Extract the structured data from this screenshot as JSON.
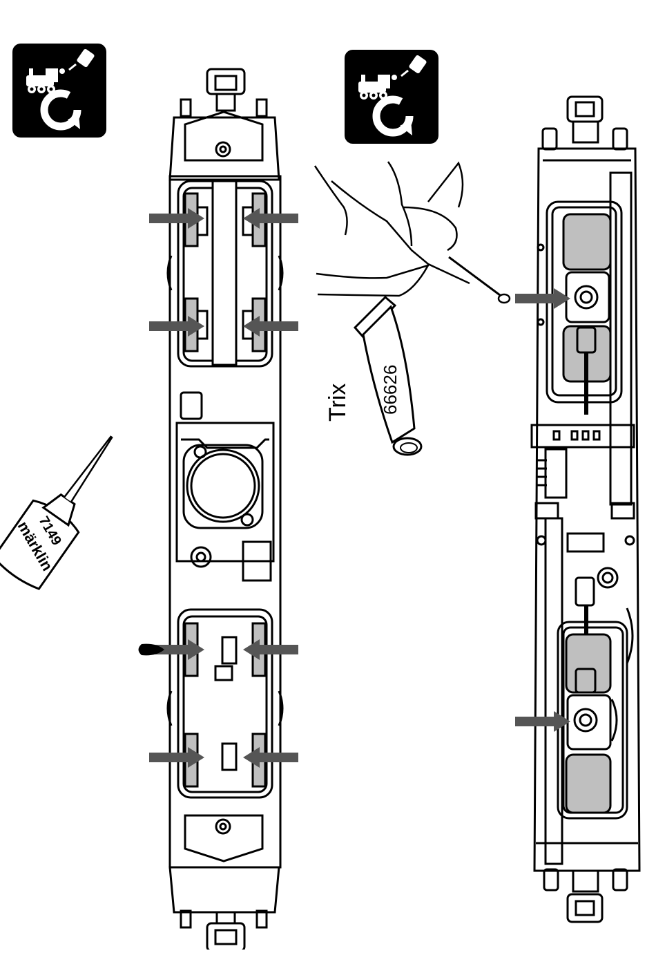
{
  "lubricants": {
    "grease_brand": "Trix",
    "grease_number": "66626",
    "oil_brand": "märklin",
    "oil_number": "7149"
  },
  "icons": [
    "maintenance-lubrication-icon",
    "maintenance-lubrication-icon"
  ],
  "colors": {
    "ink": "#000000",
    "arrow": "#555555",
    "wheel_fill": "#bfbfbf",
    "background": "#ffffff"
  }
}
